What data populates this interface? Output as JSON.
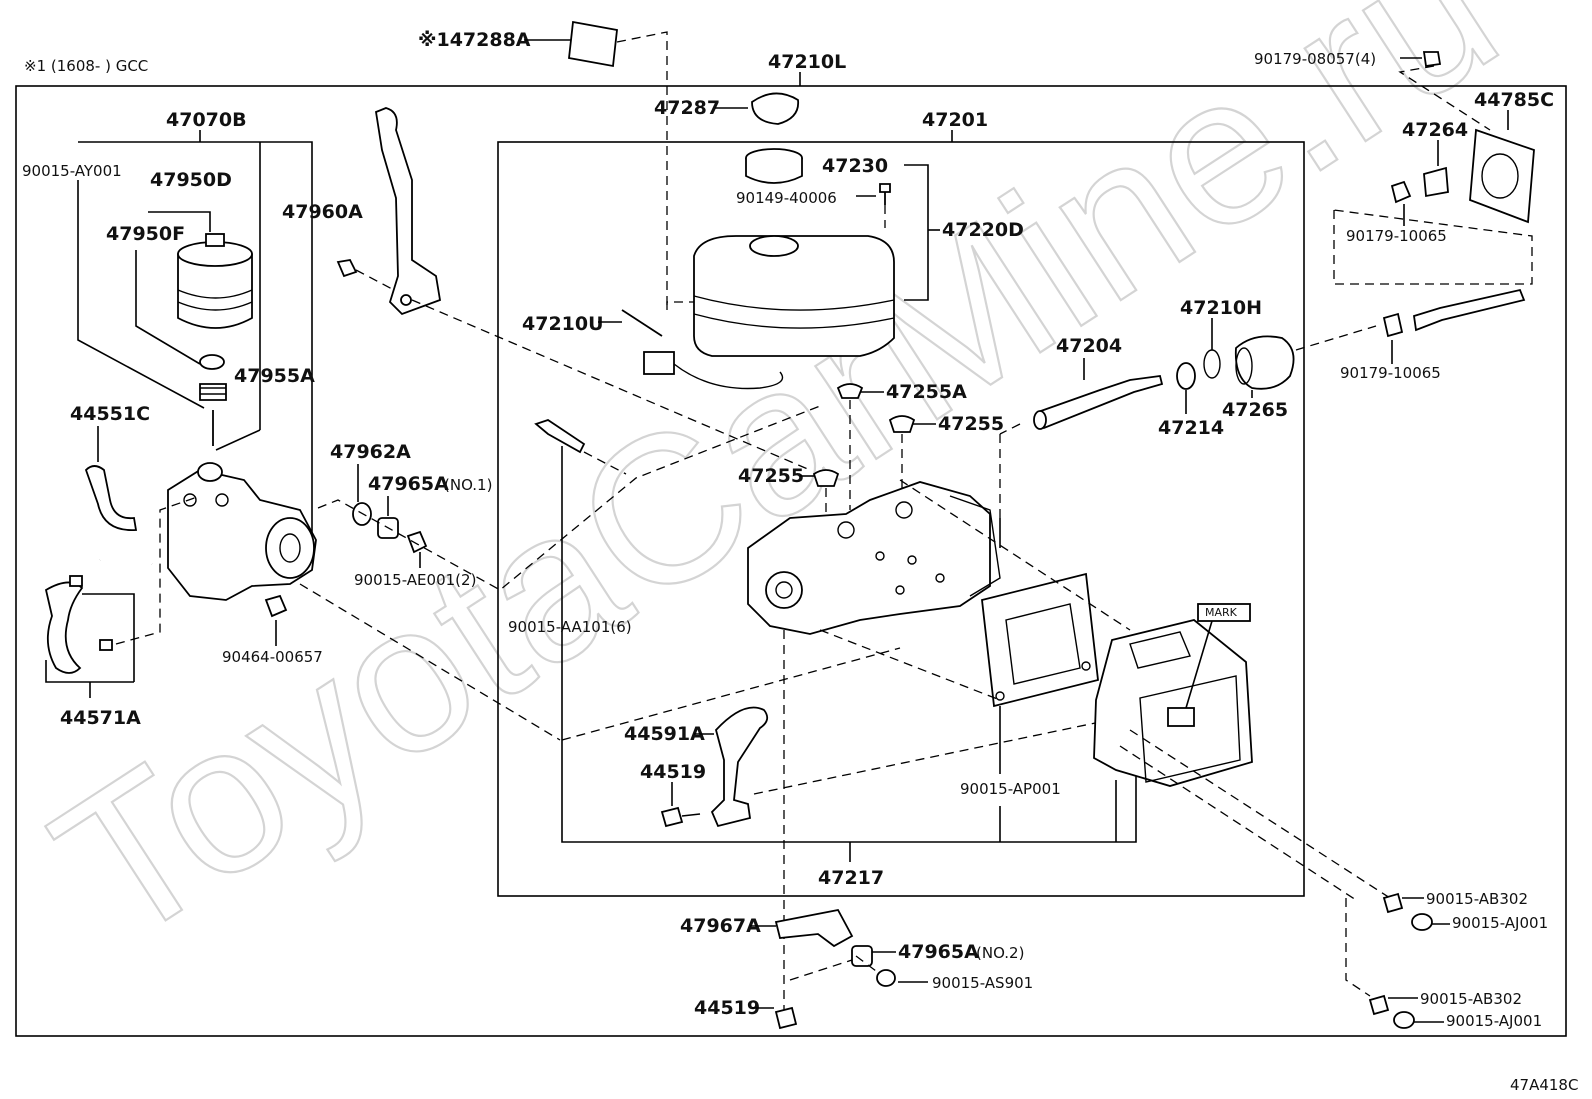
{
  "watermark": "ToyotaCarMine.ru",
  "note_top_left": "※1 (1608-      ) GCC",
  "diagram_code": "47A418C",
  "labels": {
    "l147288A": "※147288A",
    "l47210L": "47210L",
    "l47287": "47287",
    "l47201": "47201",
    "l47230": "47230",
    "l90149_40006": "90149-40006",
    "l47220D": "47220D",
    "l47210U": "47210U",
    "l47255A": "47255A",
    "l47255_a": "47255",
    "l47255_b": "47255",
    "l47204": "47204",
    "l47210H": "47210H",
    "l47214": "47214",
    "l47265": "47265",
    "l90179_08057": "90179-08057(4)",
    "l44785C": "44785C",
    "l47264": "47264",
    "l90179_10065_a": "90179-10065",
    "l90179_10065_b": "90179-10065",
    "l47070B": "47070B",
    "l90015_AY001": "90015-AY001",
    "l47950D": "47950D",
    "l47950F": "47950F",
    "l47960A": "47960A",
    "l47955A": "47955A",
    "l44551C": "44551C",
    "l47962A": "47962A",
    "l47965A_1": "47965A",
    "l47965A_1_note": "(NO.1)",
    "l90015_AE001": "90015-AE001(2)",
    "l90464_00657": "90464-00657",
    "l44571A": "44571A",
    "l90015_AA101": "90015-AA101(6)",
    "l44591A": "44591A",
    "l44519_a": "44519",
    "l90015_AP001": "90015-AP001",
    "l47217": "47217",
    "l47967A": "47967A",
    "l47965A_2": "47965A",
    "l47965A_2_note": "(NO.2)",
    "l90015_AS901": "90015-AS901",
    "l44519_b": "44519",
    "l90015_AB302_a": "90015-AB302",
    "l90015_AJ001_a": "90015-AJ001",
    "l90015_AB302_b": "90015-AB302",
    "l90015_AJ001_b": "90015-AJ001",
    "mark": "MARK"
  }
}
